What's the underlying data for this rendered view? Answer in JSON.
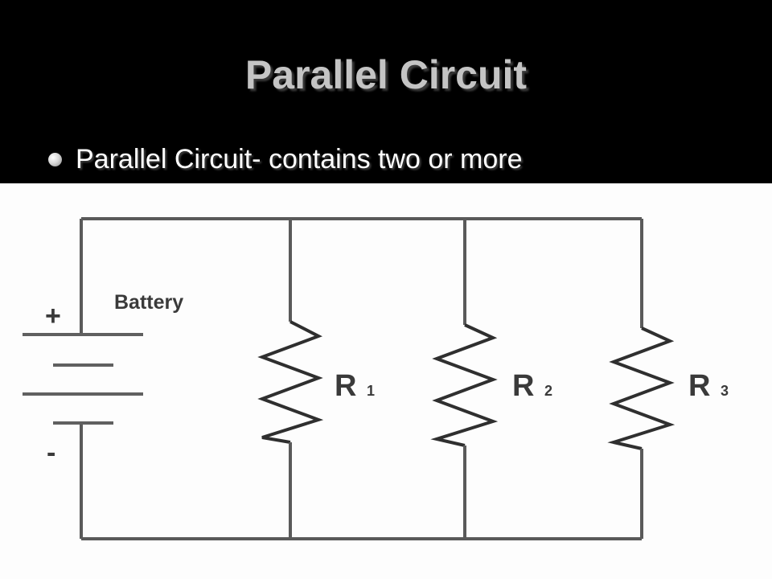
{
  "slide": {
    "title": "Parallel Circuit",
    "bullet": "Parallel Circuit- contains two or more"
  },
  "diagram": {
    "battery_label": "Battery",
    "plus_sign": "+",
    "minus_sign": "-",
    "resistors": [
      {
        "letter": "R",
        "index": "1"
      },
      {
        "letter": "R",
        "index": "2"
      },
      {
        "letter": "R",
        "index": "3"
      }
    ]
  },
  "colors": {
    "background": "#000000",
    "title": "#c4c4c4",
    "bullet_text": "#ffffff",
    "diagram_background": "#fdfdfd",
    "wire": "#5a5a5a"
  }
}
